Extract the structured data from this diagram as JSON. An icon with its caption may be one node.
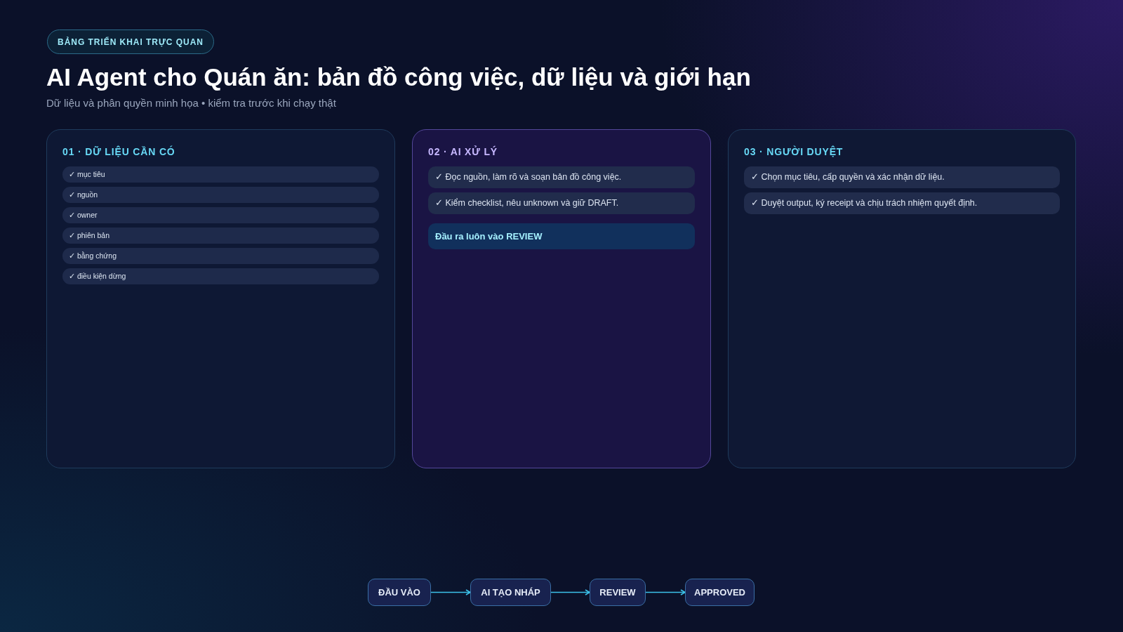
{
  "diagram": {
    "title": "AI Agent cho Quán ăn: bản đồ công việc, dữ liệu và giới hạn",
    "nodes": [
      {
        "text": [
          "01 · DỮ LIỆU CẦN CÓ"
        ]
      },
      {
        "text": [
          "✓ mục tiêu"
        ],
        "in": 0
      },
      {
        "text": [
          "✓ nguồn"
        ],
        "in": 0
      },
      {
        "text": [
          "✓ owner"
        ],
        "in": 0
      },
      {
        "text": [
          "✓ phiên bản"
        ],
        "in": 0
      },
      {
        "text": [
          "✓ bằng chứng"
        ],
        "in": 0
      },
      {
        "text": [
          "✓ điều kiện dừng"
        ],
        "in": 0
      },
      {
        "text": [
          "02 · AI XỬ LÝ"
        ]
      },
      {
        "text": [
          "✓ Đọc nguồn, làm rõ và soạn bản đồ công việc."
        ],
        "in": 7
      },
      {
        "text": [
          "✓ Kiểm checklist, nêu unknown và giữ DRAFT."
        ],
        "in": 7
      },
      {
        "text": [
          "Đầu ra luôn vào REVIEW"
        ],
        "in": 7
      },
      {
        "text": [
          "03 · NGƯỜI DUYỆT"
        ]
      },
      {
        "text": [
          "✓ Chọn mục tiêu, cấp quyền và xác nhận dữ liệu."
        ],
        "in": 11
      },
      {
        "text": [
          "✓ Duyệt output, ký receipt và chịu trách nhiệm quyết định."
        ],
        "in": 11
      },
      {
        "text": [
          "ĐẦU VÀO"
        ]
      },
      {
        "text": [
          "AI TẠO NHÁP"
        ]
      },
      {
        "text": [
          "REVIEW"
        ]
      },
      {
        "text": [
          "APPROVED"
        ]
      }
    ],
    "edges": [
      {
        "from": 14,
        "to": 15,
        "arrow": "to"
      },
      {
        "from": 15,
        "to": 16,
        "arrow": "to"
      },
      {
        "from": 16,
        "to": 17,
        "arrow": "to"
      }
    ],
    "labels": [
      "BẢNG TRIỂN KHAI TRỰC QUAN",
      "Dữ liệu và phân quyền minh họa • kiểm tra trước khi chạy thật"
    ]
  }
}
